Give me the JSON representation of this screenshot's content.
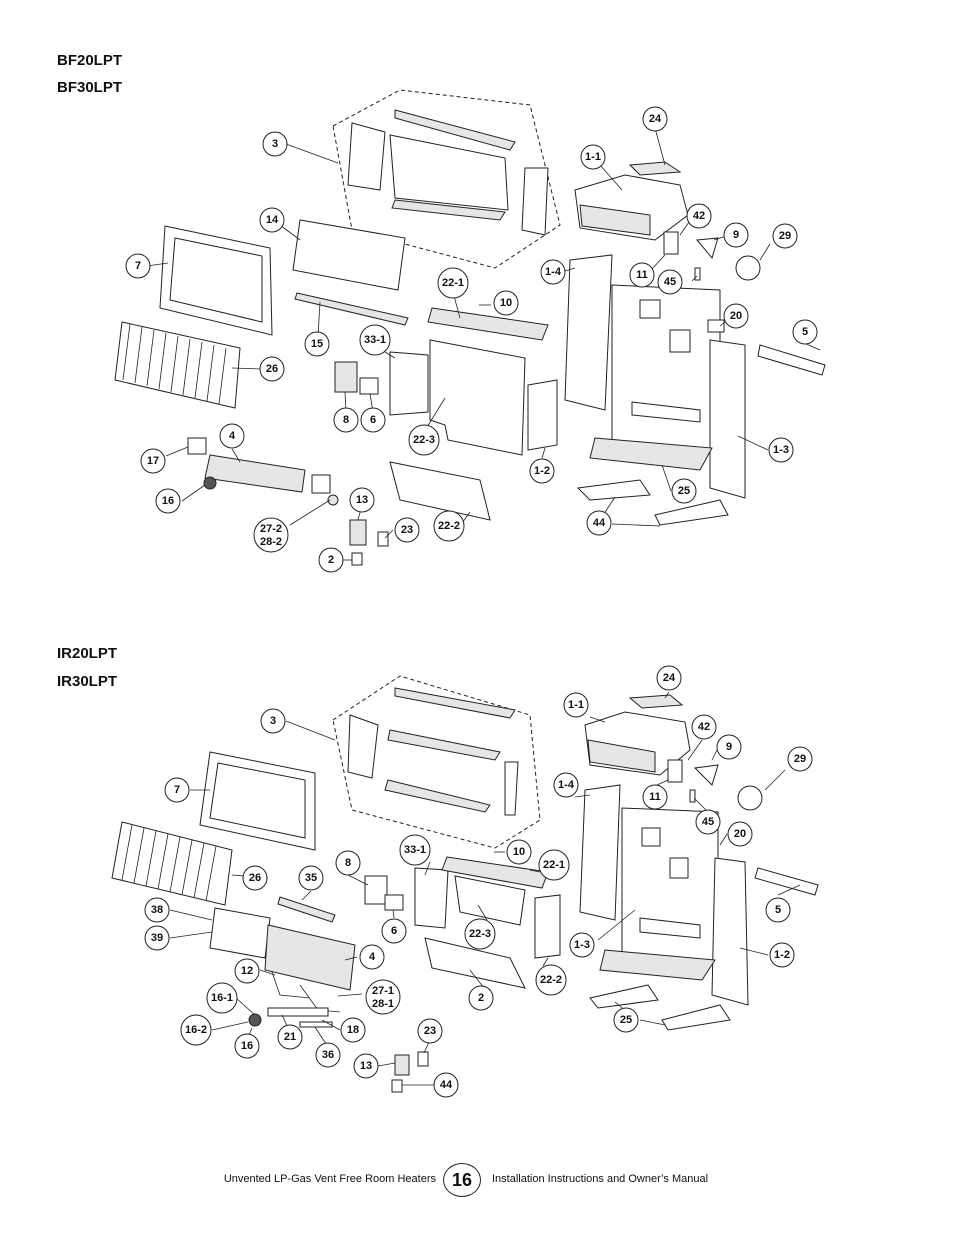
{
  "sections": [
    {
      "models": [
        "BF20LPT",
        "BF30LPT"
      ]
    },
    {
      "models": [
        "IR20LPT",
        "IR30LPT"
      ]
    }
  ],
  "callouts_top": [
    "3",
    "14",
    "7",
    "15",
    "26",
    "24",
    "1-1",
    "42",
    "9",
    "29",
    "1-4",
    "11",
    "45",
    "22-1",
    "10",
    "20",
    "5",
    "33-1",
    "8",
    "6",
    "22-3",
    "4",
    "17",
    "16",
    "13",
    "27-2",
    "28-2",
    "23",
    "2",
    "22-2",
    "1-2",
    "1-3",
    "25",
    "44"
  ],
  "callouts_bottom": [
    "3",
    "7",
    "26",
    "35",
    "38",
    "39",
    "24",
    "1-1",
    "42",
    "9",
    "29",
    "1-4",
    "11",
    "45",
    "20",
    "8",
    "33-1",
    "10",
    "22-1",
    "5",
    "6",
    "22-3",
    "1-3",
    "4",
    "12",
    "27-1",
    "28-1",
    "2",
    "22-2",
    "1-2",
    "16-1",
    "16-2",
    "21",
    "18",
    "16",
    "36",
    "23",
    "25",
    "13",
    "44"
  ],
  "footer": {
    "left": "Unvented LP-Gas Vent Free Room Heaters",
    "page": "16",
    "right": "Installation Instructions and Owner’s Manual"
  }
}
